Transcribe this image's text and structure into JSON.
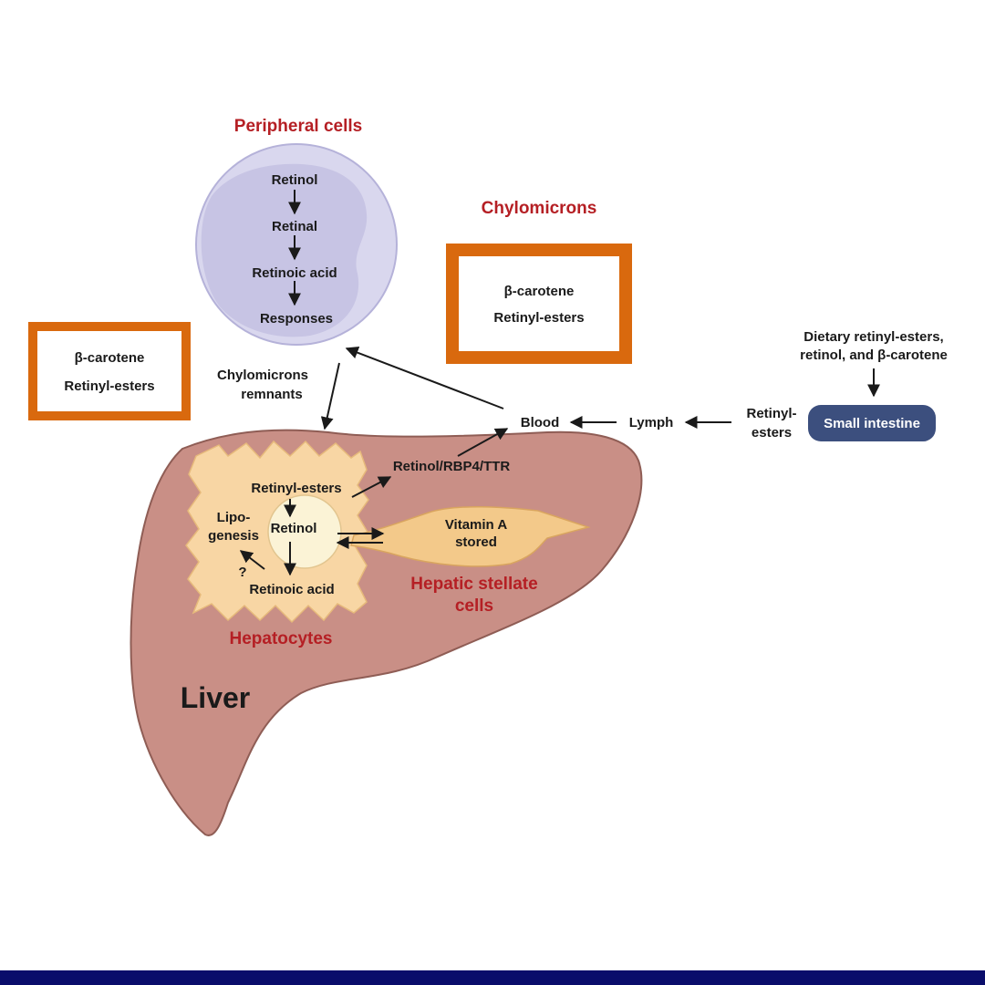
{
  "colors": {
    "accent_red": "#b51f24",
    "liver": "#c98f86",
    "hepatocyte": "#f8d6a4",
    "stellate": "#f3c98a",
    "peripheral_cell": "#c7c4e4",
    "chylomicron_border": "#d9690e",
    "small_intestine": "#3c4f7e",
    "bar": "#0a0d6b"
  },
  "labels": {
    "peripheral_cells": "Peripheral cells",
    "chylomicrons": "Chylomicrons",
    "chylomicron_remnants_1": "Chylomicrons",
    "chylomicron_remnants_2": "remnants",
    "dietary_1": "Dietary retinyl-esters,",
    "dietary_2": "retinol, and β-carotene",
    "small_intestine": "Small intestine",
    "retinyl_esters_intestine_1": "Retinyl-",
    "retinyl_esters_intestine_2": "esters",
    "lymph": "Lymph",
    "blood": "Blood",
    "retinol_rbp4": "Retinol/RBP4/TTR",
    "hepatocytes": "Hepatocytes",
    "hepatic_stellate_1": "Hepatic stellate",
    "hepatic_stellate_2": "cells",
    "liver": "Liver",
    "vitamin_a_1": "Vitamin A",
    "vitamin_a_2": "stored"
  },
  "peripheral_pathway": [
    "Retinol",
    "Retinal",
    "Retinoic acid",
    "Responses"
  ],
  "hepatocyte_pathway": {
    "retinyl_esters": "Retinyl-esters",
    "retinol": "Retinol",
    "retinoic_acid": "Retinoic acid",
    "lipogenesis_1": "Lipo-",
    "lipogenesis_2": "genesis",
    "question": "?"
  },
  "box_left": {
    "line1": "β-carotene",
    "line2": "Retinyl-esters"
  },
  "box_chylomicron": {
    "line1": "β-carotene",
    "line2": "Retinyl-esters"
  }
}
